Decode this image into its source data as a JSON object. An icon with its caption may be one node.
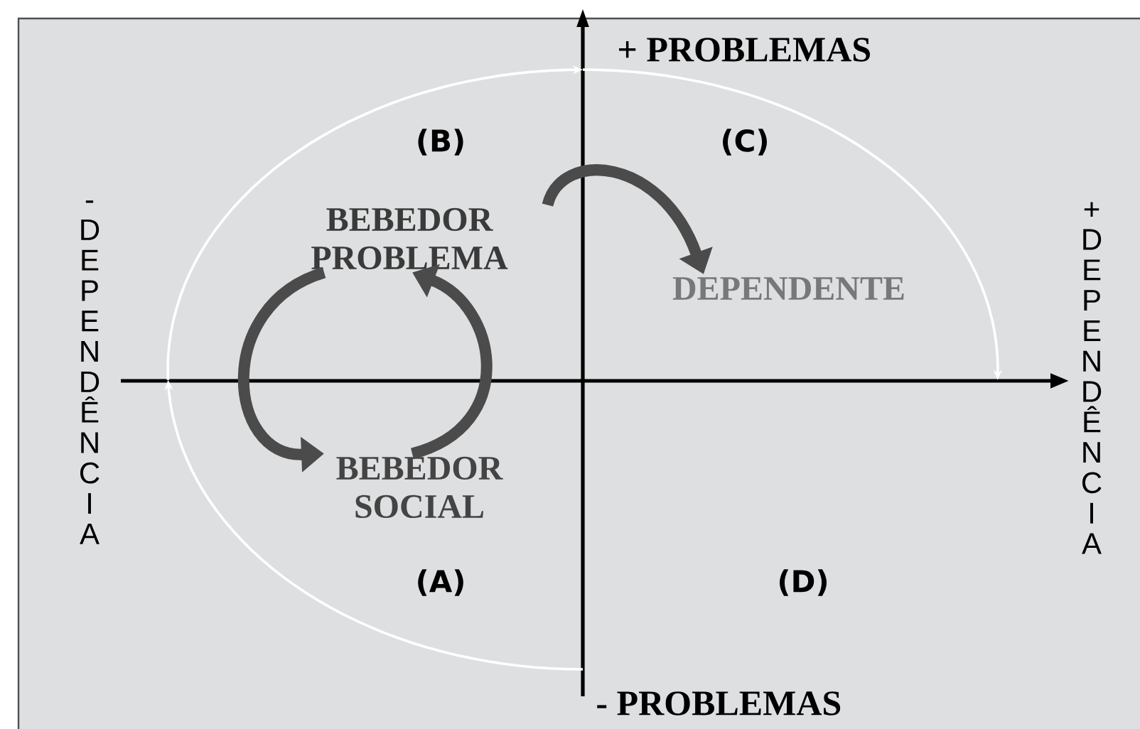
{
  "diagram": {
    "nodes": [
      {
        "text": [
          "BEBEDOR PROBLEMA"
        ]
      },
      {
        "text": [
          "DEPENDENTE"
        ]
      },
      {
        "text": [
          "BEBEDOR SOCIAL"
        ]
      }
    ],
    "edges": [
      {
        "from": 0,
        "to": 1,
        "arrow": "to"
      },
      {
        "from": 0,
        "to": 2,
        "arrow": "to"
      },
      {
        "from": 2,
        "to": 0,
        "arrow": "to"
      }
    ],
    "labels": [
      "+ PROBLEMAS",
      "(B)",
      "(C)",
      "- DEPENDÊNCIA",
      "+ DEPENDÊNCIA",
      "(A)",
      "(D)",
      "- PROBLEMAS"
    ]
  }
}
